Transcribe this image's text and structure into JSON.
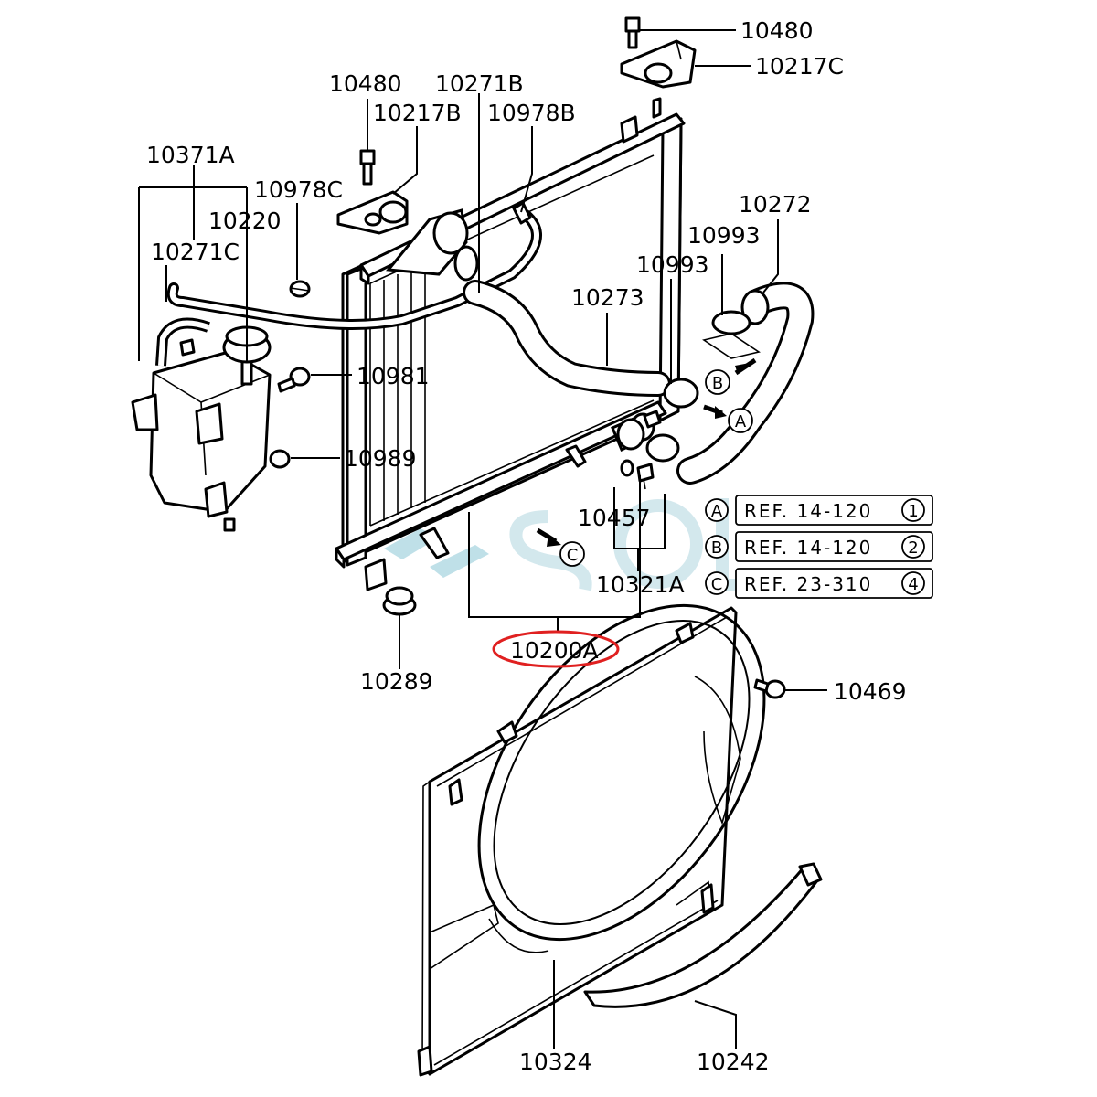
{
  "labels": {
    "l10480_top": "10480",
    "l10217C": "10217C",
    "l10480_left": "10480",
    "l10271B": "10271B",
    "l10217B": "10217B",
    "l10978B": "10978B",
    "l10371A": "10371A",
    "l10978C": "10978C",
    "l10220": "10220",
    "l10271C": "10271C",
    "l10272": "10272",
    "l10993_a": "10993",
    "l10993_b": "10993",
    "l10273": "10273",
    "l10981": "10981",
    "l10989": "10989",
    "l10457": "10457",
    "l10321A": "10321A",
    "l10200A": "10200A",
    "l10289": "10289",
    "l10469": "10469",
    "l10324": "10324",
    "l10242": "10242"
  },
  "callouts": {
    "A": "A",
    "B": "B",
    "C": "C"
  },
  "references": [
    {
      "letter": "A",
      "text": "REF. 14-120",
      "num": "1"
    },
    {
      "letter": "B",
      "text": "REF. 14-120",
      "num": "2"
    },
    {
      "letter": "C",
      "text": "REF. 23-310",
      "num": "4"
    }
  ],
  "watermark": "SOL",
  "colors": {
    "highlight": "#e02020",
    "watermark": "#b9dde6",
    "line": "#000000"
  }
}
